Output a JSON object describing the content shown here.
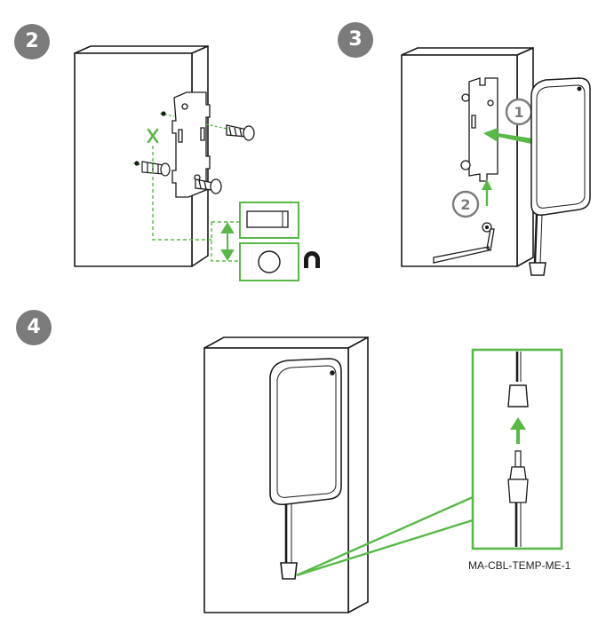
{
  "steps": [
    {
      "number": "2"
    },
    {
      "number": "3"
    },
    {
      "number": "4"
    }
  ],
  "step3_callouts": [
    "1",
    "2"
  ],
  "part_number": "MA-CBL-TEMP-ME-1",
  "colors": {
    "accent_green": "#58b947",
    "badge_gray": "#7b7b7b",
    "line_dark": "#1a1a1a"
  },
  "icons": [
    "magnet-icon",
    "cross-mark-icon",
    "double-arrow-icon",
    "up-arrow-icon"
  ]
}
